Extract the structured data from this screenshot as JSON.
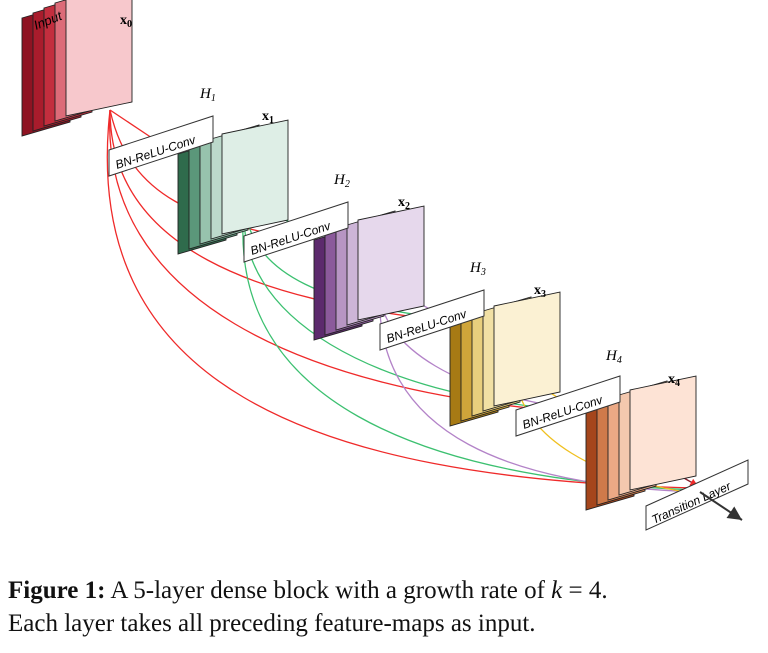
{
  "diagram": {
    "input_label": "Input",
    "layer_op_label": "BN-ReLU-Conv",
    "transition_label": "Transition Layer",
    "feature_maps": [
      {
        "name": "x",
        "sub": "0",
        "colors": [
          "#8e1322",
          "#a91c2c",
          "#c32e3e",
          "#dc6b78"
        ],
        "front": "#f7c8cc"
      },
      {
        "name": "x",
        "sub": "1",
        "colors": [
          "#2f6b4c",
          "#5b977a",
          "#97c3ad",
          "#bcd9cb"
        ],
        "front": "#deeee6"
      },
      {
        "name": "x",
        "sub": "2",
        "colors": [
          "#5c2a6d",
          "#8b5a9b",
          "#b795c3",
          "#cdb5d7"
        ],
        "front": "#e6d8ec"
      },
      {
        "name": "x",
        "sub": "3",
        "colors": [
          "#a77a14",
          "#cfa53a",
          "#e8cf7d",
          "#f1e0a4"
        ],
        "front": "#fbf1d3"
      },
      {
        "name": "x",
        "sub": "4",
        "colors": [
          "#a5461c",
          "#cf7a4a",
          "#eba985",
          "#f4c8ae"
        ],
        "front": "#fde3d5"
      }
    ],
    "layers": [
      {
        "name": "H",
        "sub": "1"
      },
      {
        "name": "H",
        "sub": "2"
      },
      {
        "name": "H",
        "sub": "3"
      },
      {
        "name": "H",
        "sub": "4"
      }
    ],
    "connection_colors": {
      "x0": "#ef2a2a",
      "x1": "#3cc070",
      "x2": "#b383c8",
      "x3": "#f0c020"
    }
  },
  "caption": {
    "label": "Figure 1:",
    "text_a": "A 5-layer dense block with a growth rate of",
    "k": "k",
    "eq": "=",
    "value": "4.",
    "text_b": "Each layer takes all preceding feature-maps as input."
  }
}
